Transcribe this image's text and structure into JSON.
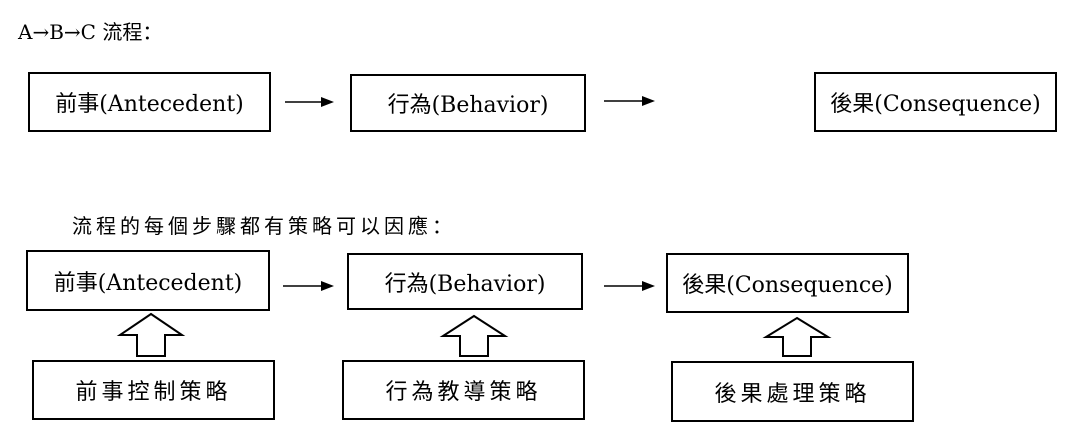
{
  "heading1": "A→B→C 流程：",
  "heading2": "流程的每個步驟都有策略可以因應：",
  "row1": {
    "antecedent": "前事(Antecedent)",
    "behavior": "行為(Behavior)",
    "consequence": "後果(Consequence)"
  },
  "row2": {
    "antecedent": "前事(Antecedent)",
    "behavior": "行為(Behavior)",
    "consequence": "後果(Consequence)"
  },
  "strategies": {
    "antecedent": "前事控制策略",
    "behavior": "行為教導策略",
    "consequence": "後果處理策略"
  }
}
